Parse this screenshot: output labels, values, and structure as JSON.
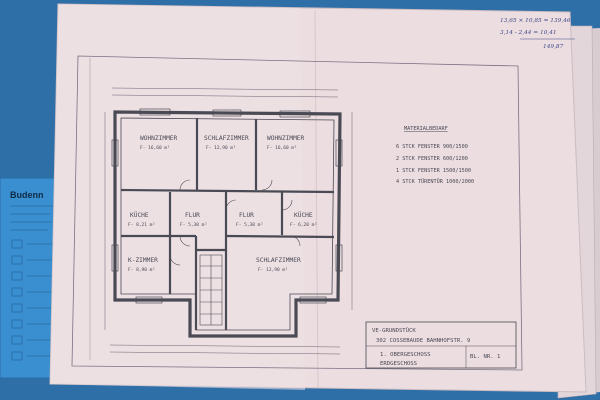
{
  "colors": {
    "background": "#2f6fa8",
    "paper": "#ecdde0",
    "ink": "#4a4a55",
    "pencil": "#3d4a8a",
    "booklet": "#3a8fd0"
  },
  "booklet": {
    "brand": "Budenn"
  },
  "rooms": [
    {
      "name": "WOHNZIMMER",
      "area": "F- 16,60 m²"
    },
    {
      "name": "SCHLAFZIMMER",
      "area": "F- 12,90 m²"
    },
    {
      "name": "WOHNZIMMER",
      "area": "F- 16,60 m²"
    },
    {
      "name": "KÜCHE",
      "area": "F- 8,21 m²"
    },
    {
      "name": "FLUR",
      "area": "F- 5,30 m²"
    },
    {
      "name": "FLUR",
      "area": "F- 5,30 m²"
    },
    {
      "name": "KÜCHE",
      "area": "F- 6,20 m²"
    },
    {
      "name": "K-ZIMMER",
      "area": "F- 8,90 m²"
    },
    {
      "name": "SCHLAFZIMMER",
      "area": "F- 12,90 m²"
    }
  ],
  "material": {
    "title": "MATERIALBEDARF",
    "lines": [
      "6 STCK FENSTER 900/1500",
      "2 STCK FENSTER 600/1200",
      "1 STCK FENSTER 1500/1500",
      "4 STCK TÜRENTÜR 1000/2000"
    ]
  },
  "title_block": {
    "line1": "VE-GRUNDSTÜCK",
    "line2": "302 COSSEBAUDE BAHNHOFSTR. 9",
    "line3": "1. OBERGESCHOSS",
    "line4": "ERDGESCHOSS",
    "sheet": "BL. NR. 1"
  },
  "pencil_notes": [
    "13,65 × 10,85 = 139,46",
    "3,14 - 2,44 = 10,41",
    "149,87"
  ]
}
